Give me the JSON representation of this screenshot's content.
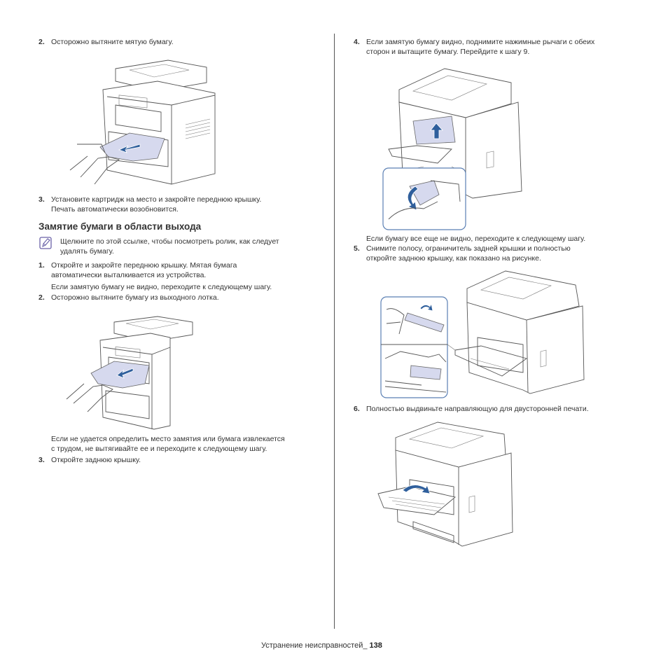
{
  "left_column": {
    "step_2_top": {
      "number": "2.",
      "text": "Осторожно вытяните мятую бумагу."
    },
    "step_3_top": {
      "number": "3.",
      "line1": "Установите картридж на место и закройте переднюю крышку.",
      "line2": "Печать автоматически возобновится."
    },
    "section_title": "Замятие бумаги в области выхода",
    "note": {
      "icon": "note-pencil-icon",
      "line1": "Щелкните по этой ссылке, чтобы посмотреть ролик, как следует",
      "line2": "удалять бумагу."
    },
    "step_1": {
      "number": "1.",
      "line1": "Откройте и закройте переднюю крышку. Мятая бумага",
      "line2": "автоматически выталкивается из устройства.",
      "line3": "Если замятую бумагу не видно, переходите к следующему шагу."
    },
    "step_2": {
      "number": "2.",
      "text": "Осторожно вытяните бумагу из выходного лотка."
    },
    "warning": {
      "line1": "Если не удается определить место замятия или бумага извлекается",
      "line2": "с трудом, не вытягивайте ее и переходите к следующему шагу."
    },
    "step_3": {
      "number": "3.",
      "text": "Откройте заднюю крышку."
    }
  },
  "right_column": {
    "step_4": {
      "number": "4.",
      "line1": "Если замятую бумагу видно, поднимите нажимные рычаги с обеих",
      "line2": "сторон и вытащите бумагу. Перейдите к шагу 9."
    },
    "step_4_note": "Если бумагу все еще не видно, переходите к следующему шагу.",
    "step_5": {
      "number": "5.",
      "line1": "Снимите полосу, ограничитель задней крышки и полностью",
      "line2": "откройте заднюю крышку, как показано на рисунке."
    },
    "step_6": {
      "number": "6.",
      "text": "Полностью выдвиньте направляющую для двусторонней печати."
    }
  },
  "footer": {
    "section": "Устранение неисправностей_ ",
    "page": "138"
  },
  "colors": {
    "text": "#333333",
    "paper_highlight": "#d6d9ee",
    "arrow": "#2f5f9c",
    "inset_border": "#5a7fb3"
  }
}
